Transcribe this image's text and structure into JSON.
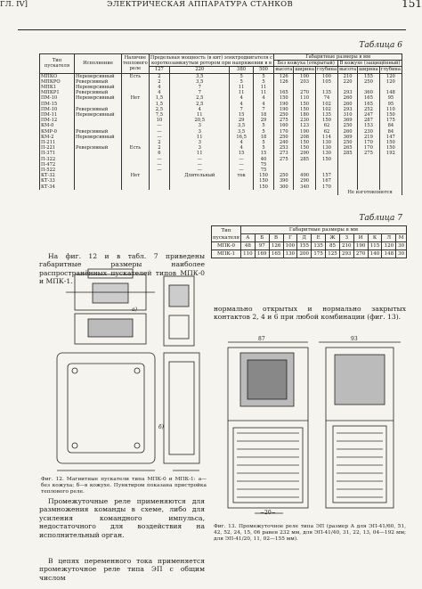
{
  "header": {
    "chapter": "ГЛ. IV]",
    "title": "ЭЛЕКТРИЧЕСКАЯ АППАРАТУРА СТАНКОВ",
    "page_number": "151"
  },
  "table6": {
    "caption": "Таблица 6",
    "col_type": "Тип пускателя",
    "col_exec": "Исполнение",
    "col_relay": "Наличие теплового реле",
    "col_power": "Предельная мощность (в квт) электродвигателя с короткозамкнутым ротором при напряжении в в",
    "voltages": [
      "127",
      "220",
      "380",
      "500"
    ],
    "col_dims": "Габаритные размеры в мм",
    "col_open": "Без кожуха (открытый)",
    "col_closed": "В кожухе (защищённый)",
    "dim_labels": [
      "высота",
      "ширина",
      "глубина",
      "высота",
      "ширина",
      "глубина"
    ],
    "rows": [
      {
        "type": "МПКО",
        "exec": "Нереверсивный",
        "relay": "Есть",
        "p": [
          "2",
          "3,5",
          "5",
          "5"
        ],
        "d": [
          "126",
          "100",
          "100",
          "210",
          "155",
          "120"
        ]
      },
      {
        "type": "МПКРО",
        "exec": "Реверсивный",
        "relay": "",
        "p": [
          "2",
          "3,5",
          "5",
          "5"
        ],
        "d": [
          "126",
          "203",
          "105",
          "220",
          "250",
          "120"
        ]
      },
      {
        "type": "МПК1",
        "exec": "Нереверсивный",
        "relay": "",
        "p": [
          "4",
          "7",
          "11",
          "11",
          "165",
          "130",
          "130",
          "293",
          "200",
          "148"
        ]
      },
      {
        "type": "МПКР1",
        "exec": "Реверсивный",
        "relay": "",
        "p": [
          "4",
          "7",
          "11",
          "11"
        ],
        "d": [
          "165",
          "270",
          "135",
          "293",
          "360",
          "148"
        ]
      },
      {
        "type": "ПМ-10",
        "exec": "Нереверсивный",
        "relay": "Нет",
        "p": [
          "1,5",
          "2,5",
          "4",
          "4"
        ],
        "d": [
          "150",
          "110",
          "74",
          "260",
          "165",
          "95"
        ]
      },
      {
        "type": "ПМ-15",
        "exec": "",
        "relay": "",
        "p": [
          "1,5",
          "2,5",
          "4",
          "4"
        ],
        "d": [
          "190",
          "150",
          "102",
          "260",
          "165",
          "95"
        ]
      },
      {
        "type": "ПМ-10",
        "exec": "Реверсивный",
        "relay": "",
        "p": [
          "2,5",
          "4",
          "7",
          "7"
        ],
        "d": [
          "190",
          "150",
          "102",
          "293",
          "252",
          "110"
        ]
      },
      {
        "type": "ПМ-11",
        "exec": "Нереверсивный",
        "relay": "",
        "p": [
          "7,5",
          "11",
          "15",
          "18"
        ],
        "d": [
          "250",
          "180",
          "135",
          "310",
          "247",
          "150"
        ]
      },
      {
        "type": "ПМ-12",
        "exec": "",
        "relay": "",
        "p": [
          "10",
          "20,5",
          "29",
          "29"
        ],
        "d": [
          "275",
          "230",
          "150",
          "369",
          "287",
          "175"
        ]
      },
      {
        "type": "КМ-0",
        "exec": "",
        "relay": "",
        "p": [
          "—",
          "3",
          "3,5",
          "5"
        ],
        "d": [
          "160",
          "123",
          "62",
          "250",
          "153",
          "84"
        ]
      },
      {
        "type": "КМР-0",
        "exec": "Реверсивный",
        "relay": "",
        "p": [
          "—",
          "3",
          "3,5",
          "5"
        ],
        "d": [
          "170",
          "190",
          "62",
          "260",
          "230",
          "84"
        ]
      },
      {
        "type": "КМ-2",
        "exec": "Нереверсивный",
        "relay": "",
        "p": [
          "—",
          "11",
          "16,5",
          "18"
        ],
        "d": [
          "250",
          "208",
          "114",
          "369",
          "219",
          "147"
        ]
      },
      {
        "type": "П-211",
        "exec": "",
        "relay": "",
        "p": [
          "2",
          "3",
          "4",
          "5"
        ],
        "d": [
          "240",
          "150",
          "130",
          "250",
          "170",
          "150"
        ]
      },
      {
        "type": "П-221",
        "exec": "Реверсивный",
        "relay": "Есть",
        "p": [
          "2",
          "3",
          "4",
          "5"
        ],
        "d": [
          "253",
          "150",
          "130",
          "265",
          "170",
          "150"
        ]
      },
      {
        "type": "П-371",
        "exec": "",
        "relay": "",
        "p": [
          "6",
          "11",
          "15",
          "15"
        ],
        "d": [
          "273",
          "290",
          "130",
          "285",
          "275",
          "192"
        ]
      },
      {
        "type": "П-322",
        "exec": "",
        "relay": "",
        "p": [
          "—",
          "—",
          "—",
          "40"
        ],
        "d": [
          "275",
          "285",
          "150",
          "",
          "",
          ""
        ]
      },
      {
        "type": "П-472",
        "exec": "",
        "relay": "",
        "p": [
          "—",
          "—",
          "—",
          "75"
        ],
        "d": [
          "",
          "",
          "",
          "",
          "",
          ""
        ]
      },
      {
        "type": "П-522",
        "exec": "",
        "relay": "",
        "p": [
          "—",
          "—",
          "—",
          "75"
        ],
        "d": [
          "",
          "",
          "",
          "",
          "",
          ""
        ]
      },
      {
        "type": "КТ-32",
        "exec": "",
        "relay": "Нет",
        "p": [
          "",
          "Длительный",
          "ток",
          "150"
        ],
        "d": [
          "250",
          "490",
          "157",
          "",
          "",
          ""
        ]
      },
      {
        "type": "КТ-33",
        "exec": "",
        "relay": "",
        "p": [
          "",
          "",
          "",
          "150"
        ],
        "d": [
          "390",
          "290",
          "167",
          "",
          "",
          ""
        ]
      },
      {
        "type": "КТ-34",
        "exec": "",
        "relay": "",
        "p": [
          "",
          "",
          "",
          "150"
        ],
        "d": [
          "300",
          "340",
          "170",
          "",
          "",
          ""
        ]
      }
    ],
    "note_no": "Не изготовляются"
  },
  "para1": "На фиг. 12 и в табл. 7 приведены габаритные размеры наиболее распространённых пускателей типов МПК-0 и МПК-1.",
  "table7": {
    "caption": "Таблица 7",
    "col_type": "Тип пускателя",
    "col_dims": "Габаритные размеры в мм",
    "letters": [
      "А",
      "Б",
      "В",
      "Г",
      "Д",
      "Е",
      "Ж",
      "З",
      "И",
      "К",
      "Л",
      "М"
    ],
    "rows": [
      {
        "type": "МПК-0",
        "v": [
          "48",
          "97",
          "126",
          "100",
          "155",
          "135",
          "85",
          "210",
          "190",
          "115",
          "120",
          "30"
        ]
      },
      {
        "type": "МПК-1",
        "v": [
          "110",
          "169",
          "165",
          "130",
          "200",
          "175",
          "125",
          "293",
          "270",
          "140",
          "148",
          "30"
        ]
      }
    ]
  },
  "para2": "нормально открытых и нормально закрытых контактов 2, 4 и 6 при любой комбинации (фиг. 13).",
  "fig12_caption": "Фиг. 12. Магнитные пускатели типа МПК-0 и МПК-1: а—без кожуха; б—в кожухе. Пунктиром показана пристройка теплового реле.",
  "fig12_labels": {
    "a": "а)",
    "b": "б)"
  },
  "para3": "Промежуточные реле применяются для размножения команды в схеме, либо для усиления командного импульса, недостаточного для воздействия на исполнительный орган.",
  "para4": "В цепях переменного тока применяется промежуточное реле типа ЭП с общим числом",
  "fig13_caption": "Фиг. 13. Промежуточное реле типа ЭП (размер А для ЭП-41/60, 51, 42, 52, 24, 15, 06 равен 232 мм, для ЭП-41/40, 31, 22, 13, 04—192 мм; для ЭП-41/20, 11, 02—155 мм).",
  "fig13_dims": {
    "d1": "87",
    "d2": "93",
    "d3": "−20−"
  }
}
